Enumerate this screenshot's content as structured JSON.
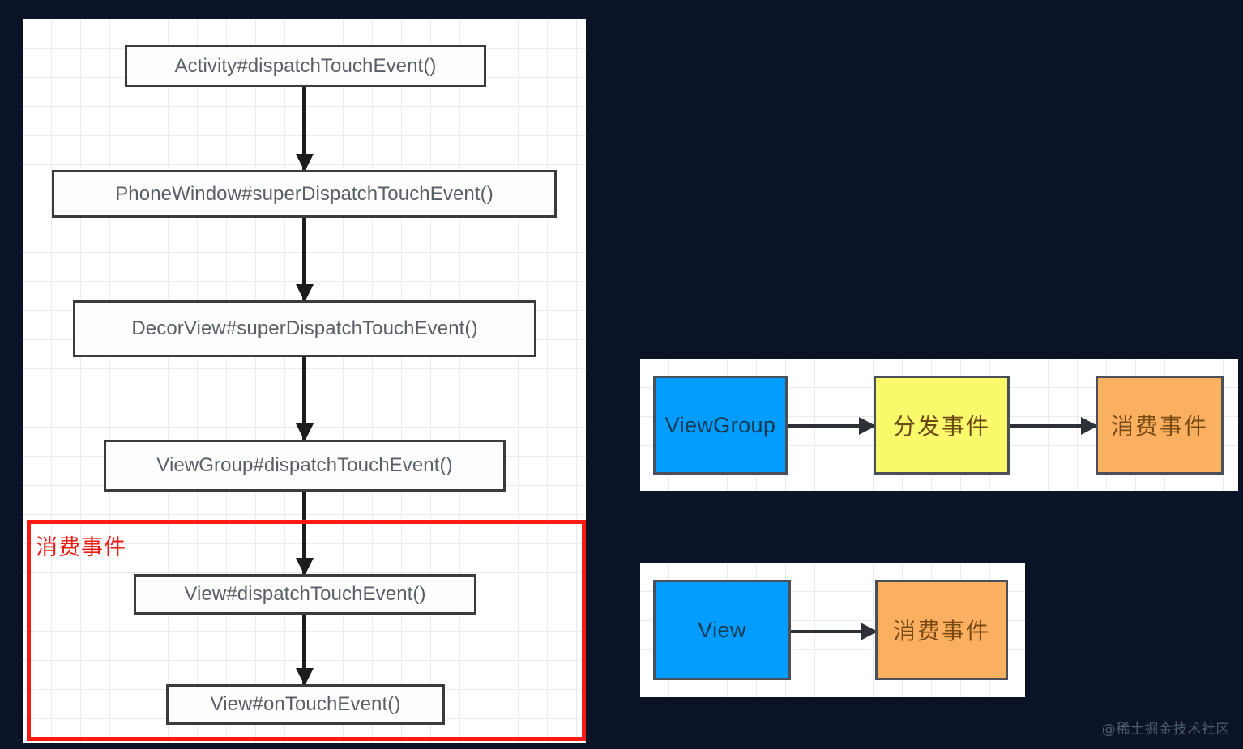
{
  "flowchart": {
    "title_region_label": "消费事件",
    "nodes": [
      {
        "id": "activity",
        "label": "Activity#dispatchTouchEvent()"
      },
      {
        "id": "phonewindow",
        "label": "PhoneWindow#superDispatchTouchEvent()"
      },
      {
        "id": "decorview",
        "label": "DecorView#superDispatchTouchEvent()"
      },
      {
        "id": "viewgroup",
        "label": "ViewGroup#dispatchTouchEvent()"
      },
      {
        "id": "view-dispatch",
        "label": "View#dispatchTouchEvent()"
      },
      {
        "id": "view-ontouch",
        "label": "View#onTouchEvent()"
      }
    ],
    "edges": [
      {
        "from": "activity",
        "to": "phonewindow"
      },
      {
        "from": "phonewindow",
        "to": "decorview"
      },
      {
        "from": "decorview",
        "to": "viewgroup"
      },
      {
        "from": "viewgroup",
        "to": "view-dispatch"
      },
      {
        "from": "view-dispatch",
        "to": "view-ontouch"
      }
    ],
    "highlight_color": "#fc1b12"
  },
  "viewgroup_diagram": {
    "blocks": [
      {
        "id": "viewgroup",
        "label": "ViewGroup",
        "color": "#029dff",
        "script": "en"
      },
      {
        "id": "dispatch",
        "label": "分发事件",
        "color": "#faf86b",
        "script": "cn"
      },
      {
        "id": "consume",
        "label": "消费事件",
        "color": "#fbb061",
        "script": "cn"
      }
    ]
  },
  "view_diagram": {
    "blocks": [
      {
        "id": "view",
        "label": "View",
        "color": "#029dff",
        "script": "en"
      },
      {
        "id": "consume",
        "label": "消费事件",
        "color": "#fbb061",
        "script": "cn"
      }
    ]
  },
  "watermark": {
    "text": "@稀土掘金技术社区"
  }
}
